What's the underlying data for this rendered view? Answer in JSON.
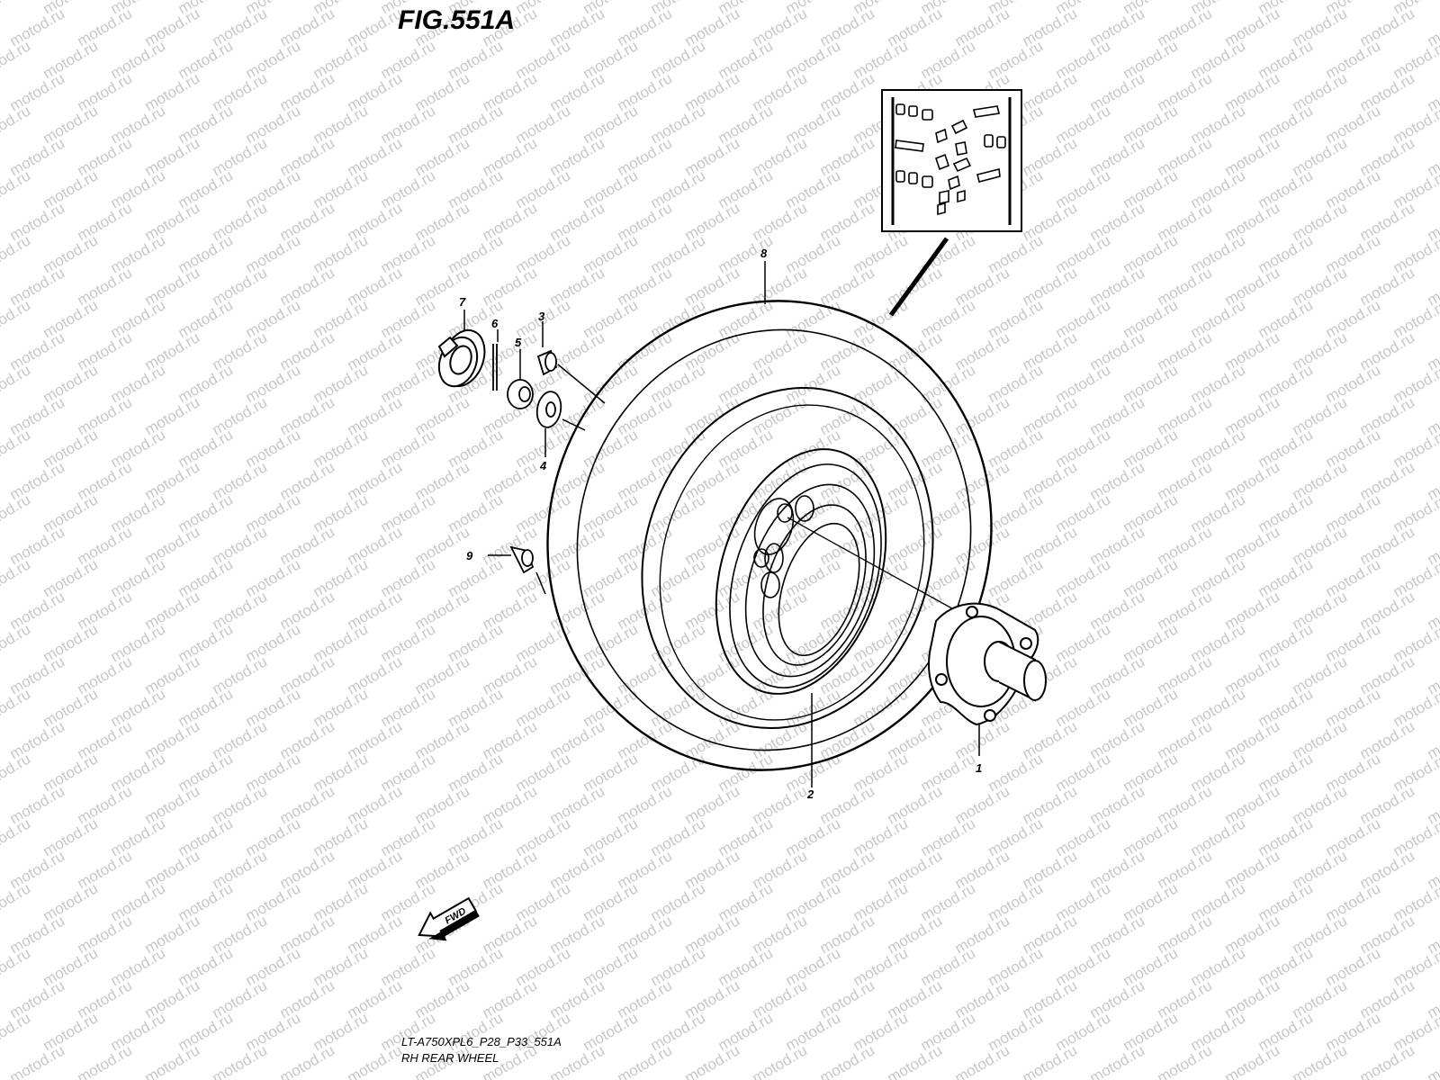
{
  "watermark": {
    "text": "motod.ru",
    "color": "#c8c8c8"
  },
  "figure": {
    "title": "FIG.551A"
  },
  "footer": {
    "code": "LT-A750XPL6_P28_P33_551A",
    "caption": "RH REAR WHEEL"
  },
  "fwd_label": "FWD",
  "callouts": [
    {
      "number": "1"
    },
    {
      "number": "2"
    },
    {
      "number": "3"
    },
    {
      "number": "4"
    },
    {
      "number": "5"
    },
    {
      "number": "6"
    },
    {
      "number": "7"
    },
    {
      "number": "8"
    },
    {
      "number": "9"
    }
  ]
}
